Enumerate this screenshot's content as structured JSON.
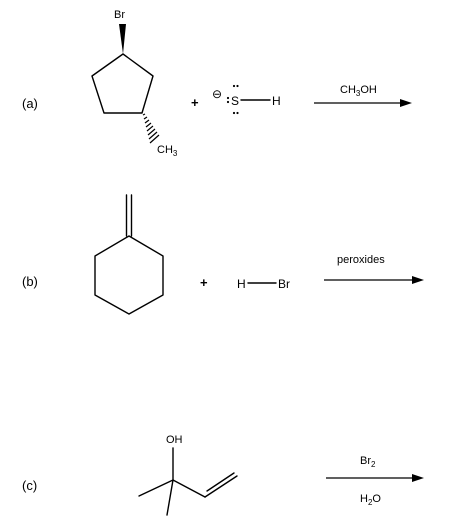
{
  "reactions": [
    {
      "label": "(a)",
      "substituent_top": "Br",
      "substituent_bottom_main": "CH",
      "substituent_bottom_sub": "3",
      "charge": "⊖",
      "reagent_s": "S",
      "reagent_h": "H",
      "plus": "+",
      "condition_above_main": "CH",
      "condition_above_sub": "3",
      "condition_above_tail": "OH"
    },
    {
      "label": "(b)",
      "plus": "+",
      "reagent_h": "H",
      "reagent_br": "Br",
      "condition_above": "peroxides"
    },
    {
      "label": "(c)",
      "oh": "OH",
      "condition_above_main": "Br",
      "condition_above_sub": "2",
      "condition_below_main": "H",
      "condition_below_sub": "2",
      "condition_below_tail": "O"
    }
  ]
}
